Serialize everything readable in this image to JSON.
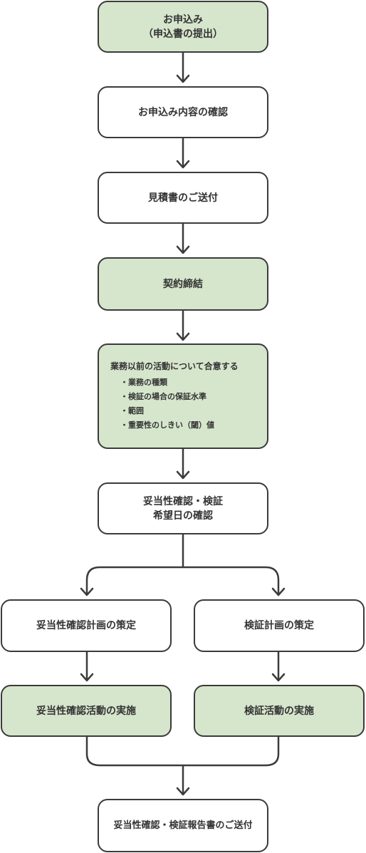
{
  "flow": {
    "apply": {
      "line1": "お申込み",
      "line2": "（申込書の提出）"
    },
    "confirm_application": "お申込み内容の確認",
    "send_estimate": "見積書のご送付",
    "contract": "契約締結",
    "pre_agreement": {
      "heading": "業務以前の活動について合意する",
      "items": [
        "業務の種類",
        "検証の場合の保証水準",
        "範囲",
        "重要性のしきい（閾）値"
      ]
    },
    "confirm_dates": {
      "line1": "妥当性確認・検証",
      "line2": "希望日の確認"
    },
    "validation_plan": "妥当性確認計画の策定",
    "verification_plan": "検証計画の策定",
    "validation_activity": "妥当性確認活動の実施",
    "verification_activity": "検証活動の実施",
    "send_report": "妥当性確認・検証報告書のご送付"
  },
  "colors": {
    "highlight_fill": "#d6e6cc",
    "plain_fill": "#ffffff",
    "border": "#3b3b3b"
  }
}
